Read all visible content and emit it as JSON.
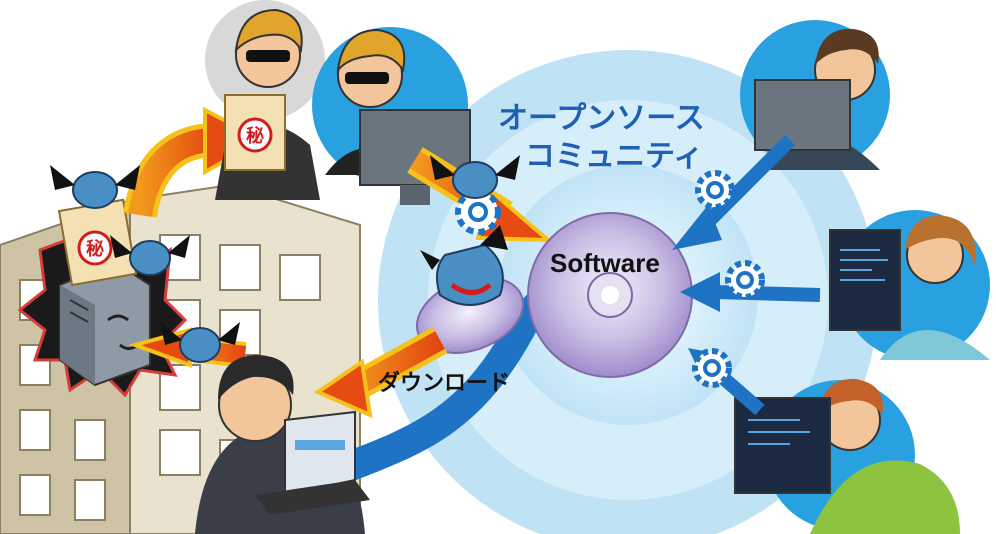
{
  "community": {
    "title_line1": "オープンソース",
    "title_line2": "コミュニティ"
  },
  "software": {
    "label": "Software"
  },
  "download": {
    "label": "ダウンロード"
  },
  "secret_mark": "秘",
  "colors": {
    "community_circle": "#bfe3f5",
    "community_inner": "#d9f0fb",
    "arrow_blue": "#1f73c4",
    "arrow_orange": "#e64b12",
    "arrow_orange_outline": "#f6c21a",
    "disc": "#b9a8d8",
    "title": "#1f5fb4"
  },
  "icons": [
    "hacker-icon",
    "virus-bat-icon",
    "gear-icon",
    "disc-icon",
    "building-icon",
    "server-icon",
    "laptop-icon",
    "monitor-icon",
    "envelope-icon"
  ]
}
